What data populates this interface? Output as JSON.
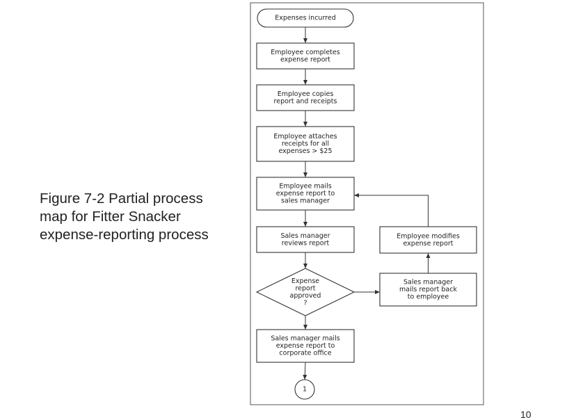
{
  "caption": {
    "lines": [
      "Figure 7-2  Partial process",
      "map for Fitter Snacker",
      "expense-reporting process"
    ]
  },
  "page_number": "10",
  "flowchart": {
    "nodes": [
      {
        "id": "expenses-incurred",
        "shape": "terminator",
        "lines": [
          "Expenses incurred"
        ]
      },
      {
        "id": "employee-completes-report",
        "shape": "process",
        "lines": [
          "Employee completes",
          "expense report"
        ]
      },
      {
        "id": "employee-copies-report",
        "shape": "process",
        "lines": [
          "Employee copies",
          "report and receipts"
        ]
      },
      {
        "id": "employee-attaches-receipts",
        "shape": "process",
        "lines": [
          "Employee attaches",
          "receipts for all",
          "expenses > $25"
        ]
      },
      {
        "id": "employee-mails-report",
        "shape": "process",
        "lines": [
          "Employee mails",
          "expense report to",
          "sales manager"
        ]
      },
      {
        "id": "sales-manager-reviews",
        "shape": "process",
        "lines": [
          "Sales manager",
          "reviews report"
        ]
      },
      {
        "id": "expense-report-approved",
        "shape": "decision",
        "lines": [
          "Expense",
          "report",
          "approved",
          "?"
        ]
      },
      {
        "id": "sales-manager-mails-back",
        "shape": "process",
        "lines": [
          "Sales manager",
          "mails report back",
          "to employee"
        ]
      },
      {
        "id": "employee-modifies-report",
        "shape": "process",
        "lines": [
          "Employee modifies",
          "expense report"
        ]
      },
      {
        "id": "sales-manager-mails-corporate",
        "shape": "process",
        "lines": [
          "Sales manager mails",
          "expense report to",
          "corporate office"
        ]
      },
      {
        "id": "connector-1",
        "shape": "connector",
        "lines": [
          "1"
        ]
      }
    ],
    "edges": [
      {
        "from": "expenses-incurred",
        "to": "employee-completes-report"
      },
      {
        "from": "employee-completes-report",
        "to": "employee-copies-report"
      },
      {
        "from": "employee-copies-report",
        "to": "employee-attaches-receipts"
      },
      {
        "from": "employee-attaches-receipts",
        "to": "employee-mails-report"
      },
      {
        "from": "employee-mails-report",
        "to": "sales-manager-reviews"
      },
      {
        "from": "sales-manager-reviews",
        "to": "expense-report-approved"
      },
      {
        "from": "expense-report-approved",
        "to": "sales-manager-mails-back"
      },
      {
        "from": "sales-manager-mails-back",
        "to": "employee-modifies-report"
      },
      {
        "from": "employee-modifies-report",
        "to": "employee-mails-report"
      },
      {
        "from": "expense-report-approved",
        "to": "sales-manager-mails-corporate"
      },
      {
        "from": "sales-manager-mails-corporate",
        "to": "connector-1"
      }
    ]
  }
}
